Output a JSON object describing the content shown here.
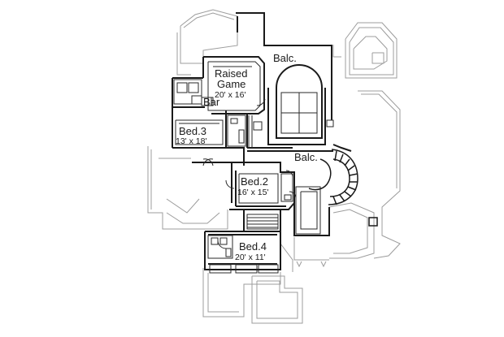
{
  "plan": {
    "rooms": [
      {
        "name": "Balc.",
        "dims": ""
      },
      {
        "name": "Raised Game",
        "name_line1": "Raised",
        "name_line2": "Game",
        "dims": "20' x 16'"
      },
      {
        "name": "Bar",
        "dims": ""
      },
      {
        "name": "Bed.3",
        "dims": "13' x 18'"
      },
      {
        "name": "Balc.",
        "dims": ""
      },
      {
        "name": "Bed.2",
        "dims": "16' x 15'"
      },
      {
        "name": "Bed.4",
        "dims": "20' x 11'"
      }
    ],
    "colors": {
      "wall": "#1a1a1a",
      "outline": "#9a9a9a",
      "fill": "#ffffff"
    }
  }
}
